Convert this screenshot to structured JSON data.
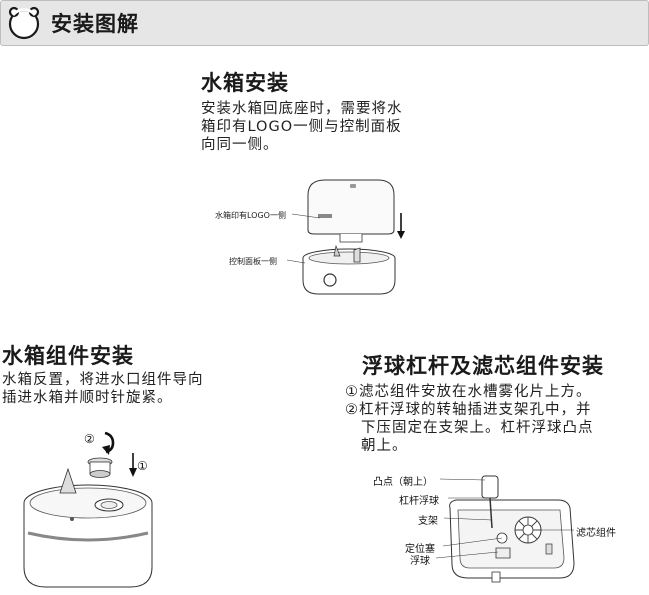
{
  "header": {
    "title": "安装图解"
  },
  "tank_install": {
    "title": "水箱安装",
    "lines": [
      "安装水箱回底座时，需要将水",
      "箱印有LOGO一侧与控制面板",
      "向同一侧。"
    ],
    "label_logo": "水箱印有LOGO一侧",
    "label_panel": "控制面板一侧"
  },
  "tank_parts": {
    "title": "水箱组件安装",
    "lines": [
      "水箱反置，将进水口组件导向",
      "插进水箱并顺时针旋紧。"
    ],
    "step1": "①",
    "step2": "②"
  },
  "float_filter": {
    "title": "浮球杠杆及滤芯组件安装",
    "steps": [
      [
        "①滤芯组件安放在水槽雾化片上方。"
      ],
      [
        "②杠杆浮球的转轴插进支架孔中，并",
        "下压固定在支架上。杠杆浮球凸点",
        "朝上。"
      ]
    ],
    "labels": {
      "bump": "凸点（朝上）",
      "lever_float": "杠杆浮球",
      "bracket": "支架",
      "positioner": "定位塞",
      "float": "浮球",
      "filter": "滤芯组件"
    }
  }
}
